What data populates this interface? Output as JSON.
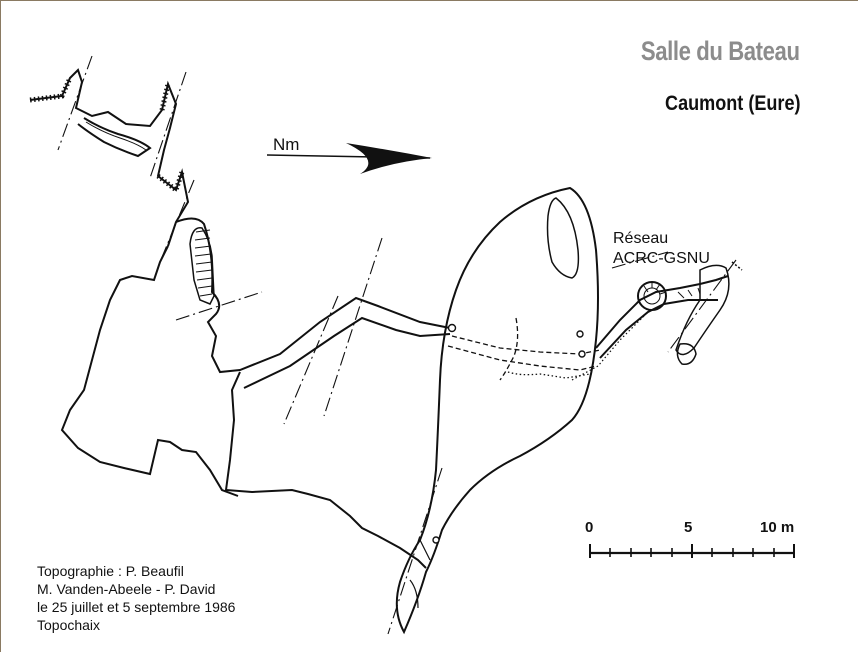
{
  "title": "Salle du Bateau",
  "location": "Caumont (Eure)",
  "north_label": "Nm",
  "network_label": [
    "Réseau",
    "ACRC-GSNU"
  ],
  "scale": {
    "ticks": [
      "0",
      "5",
      "10 m"
    ]
  },
  "credits": [
    "Topographie : P. Beaufil",
    "M. Vanden-Abeele - P. David",
    "le 25 juillet et 5 septembre 1986",
    "Topochaix"
  ],
  "colors": {
    "title": "#8c8c8c",
    "ink": "#111111",
    "frame": "#8a7a62"
  }
}
